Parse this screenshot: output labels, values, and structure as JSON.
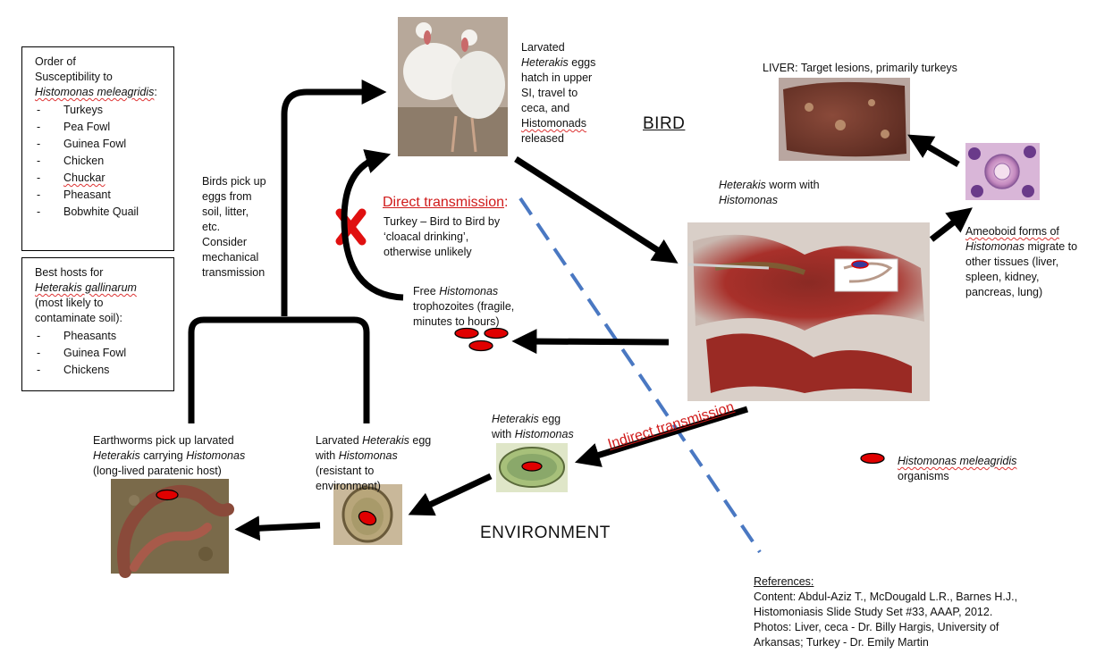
{
  "susceptibility": {
    "title_line1": "Order of",
    "title_line2": "Susceptibility to",
    "title_species": "Histomonas meleagridis",
    "title_suffix": ":",
    "items": [
      "Turkeys",
      "Pea Fowl",
      "Guinea Fowl",
      "Chicken",
      "Chuckar",
      "Pheasant",
      "Bobwhite Quail"
    ]
  },
  "hosts": {
    "title": "Best hosts for",
    "title_species": "Heterakis gallinarum",
    "subtitle": "(most likely to contaminate soil):",
    "items": [
      "Pheasants",
      "Guinea Fowl",
      "Chickens"
    ]
  },
  "labels": {
    "bird": "BIRD",
    "environment": "ENVIRONMENT",
    "larvated_eggs_hatch_1": "Larvated",
    "larvated_eggs_hatch_2a": "Heterakis",
    "larvated_eggs_hatch_2b": " eggs",
    "larvated_eggs_hatch_3": "hatch in upper",
    "larvated_eggs_hatch_4": "SI, travel to",
    "larvated_eggs_hatch_5": "ceca, and",
    "larvated_eggs_hatch_6": "Histomonads",
    "larvated_eggs_hatch_7": "released",
    "liver": "LIVER: Target lesions, primarily turkeys",
    "worm_1": "Heterakis",
    "worm_1b": " worm with",
    "worm_2": "Histomonas",
    "ameboid_1": "Ameoboid forms of",
    "ameboid_2": "Histomonas",
    "ameboid_2b": " migrate to",
    "ameboid_3": "other tissues (liver,",
    "ameboid_4": "spleen, kidney,",
    "ameboid_5": "pancreas, lung)",
    "birds_pick_1": "Birds pick up",
    "birds_pick_2": "eggs from",
    "birds_pick_3": "soil, litter,",
    "birds_pick_4": "etc.",
    "birds_pick_5": "Consider",
    "birds_pick_6": "mechanical",
    "birds_pick_7": "transmission",
    "direct_title": "Direct transmission",
    "direct_colon": ":",
    "direct_1": "Turkey – Bird to Bird by",
    "direct_2": "‘cloacal drinking’,",
    "direct_3": "otherwise unlikely",
    "free_1a": "Free ",
    "free_1b": "Histomonas",
    "free_2": "trophozoites (fragile,",
    "free_3": "minutes to hours)",
    "indirect": "Indirect transmission",
    "egg_1a": "Heterakis",
    "egg_1b": " egg",
    "egg_2a": "with ",
    "egg_2b": "Histomonas",
    "larv_1a": "Larvated ",
    "larv_1b": "Heterakis",
    "larv_1c": " egg",
    "larv_2a": "with ",
    "larv_2b": "Histomonas",
    "larv_3": "(resistant to",
    "larv_4": "environment)",
    "earth_1": "Earthworms pick up larvated",
    "earth_2a": "Heterakis",
    "earth_2b": " carrying ",
    "earth_2c": "Histomonas",
    "earth_3": "(long-lived paratenic host)",
    "legend_1": "Histomonas meleagridis",
    "legend_2": "organisms"
  },
  "references": {
    "title": "References:",
    "line1": "Content: Abdul-Aziz T., McDougald L.R., Barnes H.J.,",
    "line2": "Histomoniasis Slide Study Set #33, AAAP, 2012.",
    "line3": "Photos: Liver, ceca - Dr. Billy Hargis, University of",
    "line4": "Arkansas; Turkey - Dr. Emily Martin"
  },
  "colors": {
    "organism": "#e00000",
    "arrow": "#000000",
    "divider": "#4a78c2",
    "accent_red": "#d01a1a"
  }
}
